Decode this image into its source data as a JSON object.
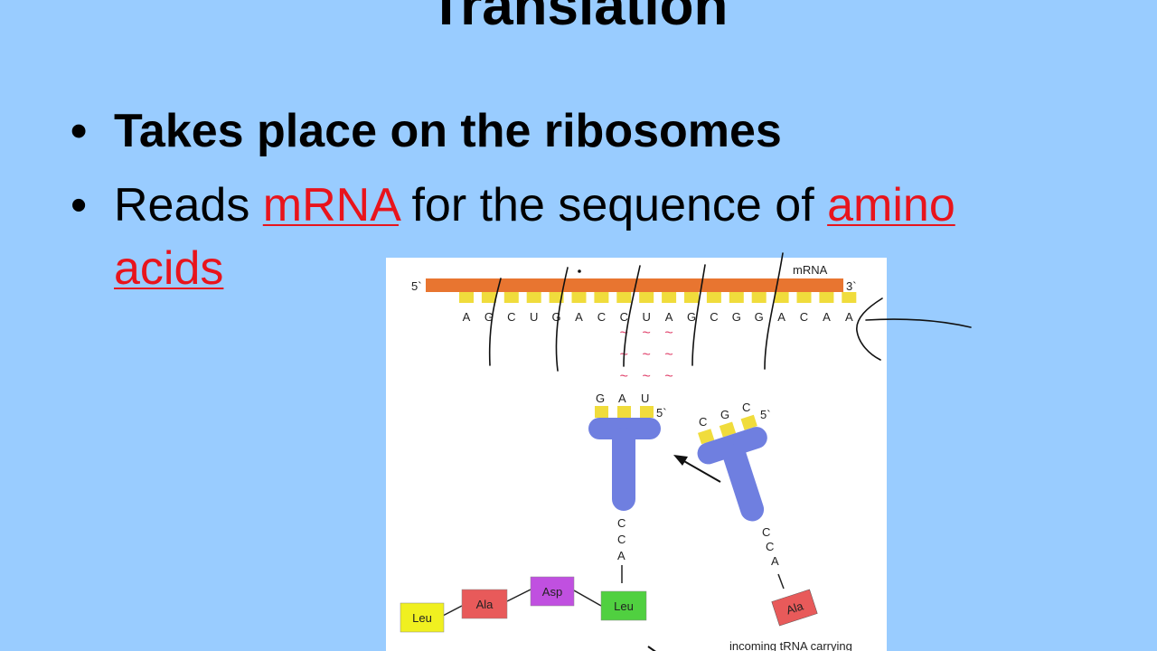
{
  "slide": {
    "title": "Translation",
    "bullets": [
      {
        "text": "Takes place on the ribosomes"
      },
      {
        "prefix": "Reads ",
        "link1": "mRNA",
        "middle": " for the sequence of ",
        "link2": "amino",
        "link2_cont": "acids"
      }
    ]
  },
  "figure": {
    "mrna_label": "mRNA",
    "five_prime": "5`",
    "three_prime": "3`",
    "sequence": [
      "A",
      "G",
      "C",
      "U",
      "G",
      "A",
      "C",
      "C",
      "U",
      "A",
      "G",
      "C",
      "G",
      "G",
      "A",
      "C",
      "A",
      "A"
    ],
    "trna1": {
      "anticodon": [
        "G",
        "A",
        "U"
      ],
      "five_prime": "5`",
      "tail": [
        "C",
        "C",
        "A"
      ]
    },
    "trna2": {
      "anticodon": [
        "C",
        "G",
        "C"
      ],
      "five_prime": "5`",
      "tail": [
        "C",
        "C",
        "A"
      ],
      "amino_acid": "Ala"
    },
    "chain": [
      "Leu",
      "Ala",
      "Asp",
      "Leu"
    ],
    "caption": "incoming tRNA carrying"
  },
  "colors": {
    "background": "#99CCFF",
    "highlight": "#E8141C",
    "mrna_bar": "#E87530",
    "base_pegs": "#F0DC3C",
    "trna_body": "#6F7FE0",
    "pairing": "#E0406A",
    "leu1": "#F0F020",
    "ala": "#E85A5A",
    "asp": "#C050E0",
    "leu2": "#50D040"
  }
}
